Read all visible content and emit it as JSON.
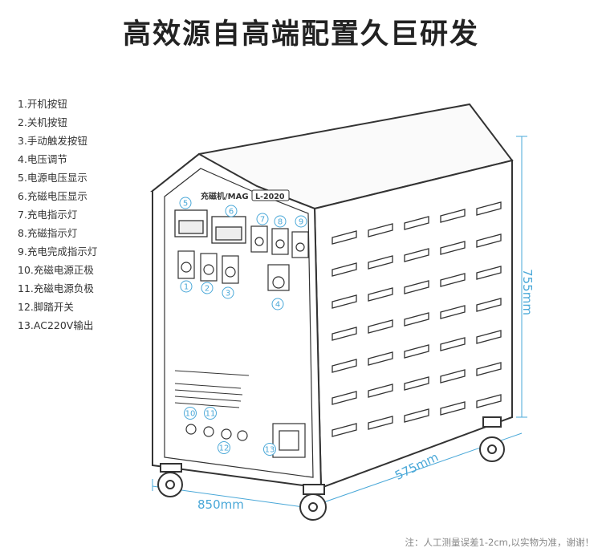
{
  "title": "高效源自高端配置久巨研发",
  "legend": [
    "1.开机按钮",
    "2.关机按钮",
    "3.手动触发按钮",
    "4.电压调节",
    "5.电源电压显示",
    "6.充磁电压显示",
    "7.充电指示灯",
    "8.充磁指示灯",
    "9.充电完成指示灯",
    "10.充磁电源正极",
    "11.充磁电源负极",
    "12.脚踏开关",
    "13.AC220V输出"
  ],
  "panel": {
    "model_label": "充磁机/MAG",
    "model_code": "L-2020"
  },
  "callouts": [
    "1",
    "2",
    "3",
    "4",
    "5",
    "6",
    "7",
    "8",
    "9",
    "10",
    "11",
    "12",
    "13"
  ],
  "dimensions": {
    "width": "850mm",
    "depth": "575mm",
    "height": "755mm"
  },
  "footnote": "注：人工测量误差1-2cm,以实物为准，谢谢！",
  "colors": {
    "dimension": "#4aa8d8",
    "outline": "#333333"
  }
}
